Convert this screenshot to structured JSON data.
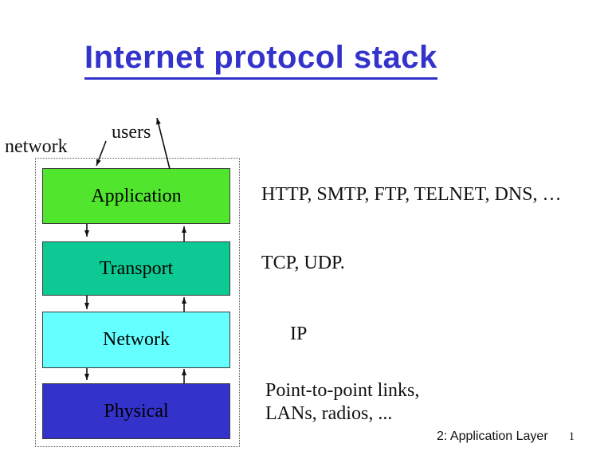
{
  "slide": {
    "title": "Internet protocol stack",
    "title_color": "#3333CC",
    "footer": {
      "section": "2: Application Layer",
      "page": "1"
    }
  },
  "diagram": {
    "users_label": "users",
    "network_label": "network",
    "layers": [
      {
        "name": "Application",
        "color": "#52E52E",
        "examples": [
          "HTTP, SMTP, FTP, TELNET, DNS, …"
        ]
      },
      {
        "name": "Transport",
        "color": "#0DC993",
        "examples": [
          "TCP, UDP."
        ]
      },
      {
        "name": "Network",
        "color": "#66FFFF",
        "examples": [
          "IP"
        ]
      },
      {
        "name": "Physical",
        "color": "#3333CC",
        "examples": [
          "Point-to-point links,",
          "LANs, radios, ..."
        ]
      }
    ]
  }
}
